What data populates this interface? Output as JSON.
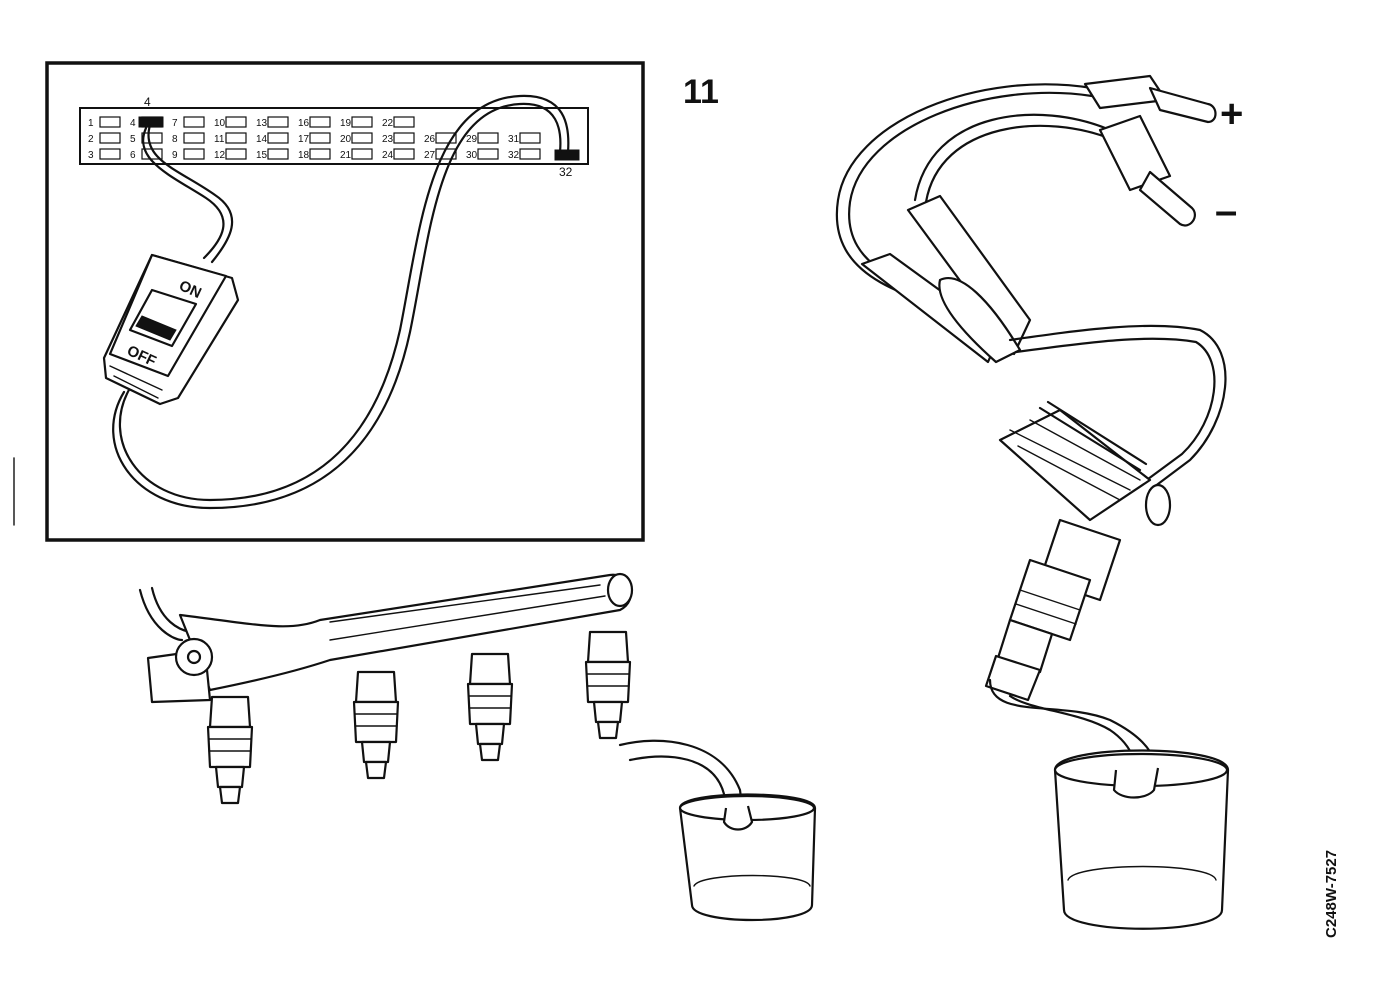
{
  "figure": {
    "number": "11",
    "code": "C248W-7527"
  },
  "inset": {
    "connector": {
      "pins_row1": [
        "1",
        "4",
        "7",
        "10",
        "13",
        "16",
        "19",
        "22"
      ],
      "pins_row2": [
        "2",
        "5",
        "8",
        "11",
        "14",
        "17",
        "20",
        "23",
        "26",
        "29",
        "31"
      ],
      "pins_row3": [
        "3",
        "6",
        "9",
        "12",
        "15",
        "18",
        "21",
        "24",
        "27",
        "30",
        "32"
      ],
      "highlighted_pin_top": "4",
      "highlighted_pin_bottom": "32"
    },
    "switch": {
      "on_label": "ON",
      "off_label": "OFF"
    }
  },
  "test_leads": {
    "plus_label": "+",
    "minus_label": "–"
  }
}
